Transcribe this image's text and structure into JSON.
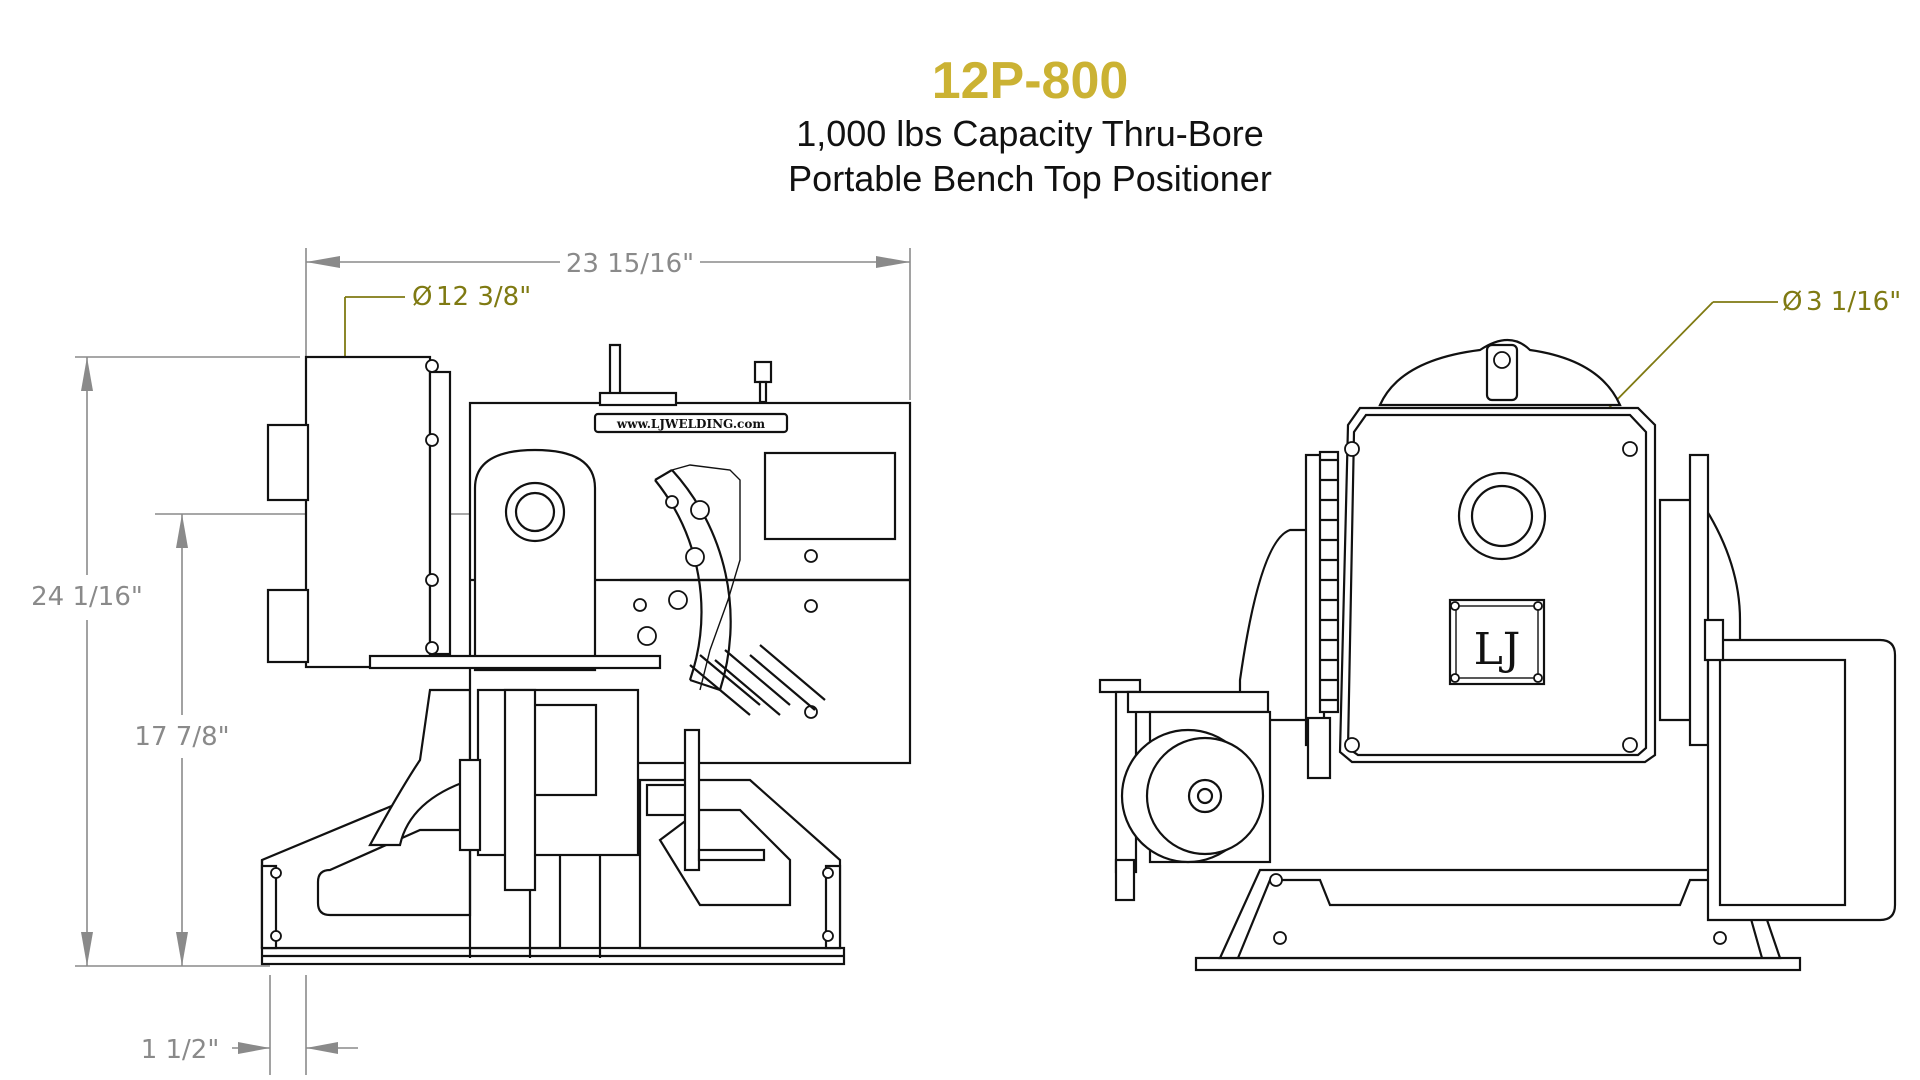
{
  "header": {
    "model": "12P-800",
    "line1": "1,000 lbs Capacity Thru-Bore",
    "line2": "Portable Bench Top Positioner"
  },
  "dimensions": {
    "overall_width": "23 15/16\"",
    "faceplate_diameter": "12 3/8\"",
    "overall_height": "24 1/16\"",
    "center_height": "17 7/8\"",
    "offset": "1 1/2\"",
    "bore_diameter": "3 1/16\""
  },
  "symbols": {
    "diameter": "Ø"
  },
  "branding": {
    "plate_text": "www.LJWELDING.com",
    "logo_mark": "LJ"
  },
  "colors": {
    "title_gold": "#cbb233",
    "dimension_gray": "#8a8a8a",
    "leader_olive": "#7f7a12",
    "line_black": "#111111"
  }
}
